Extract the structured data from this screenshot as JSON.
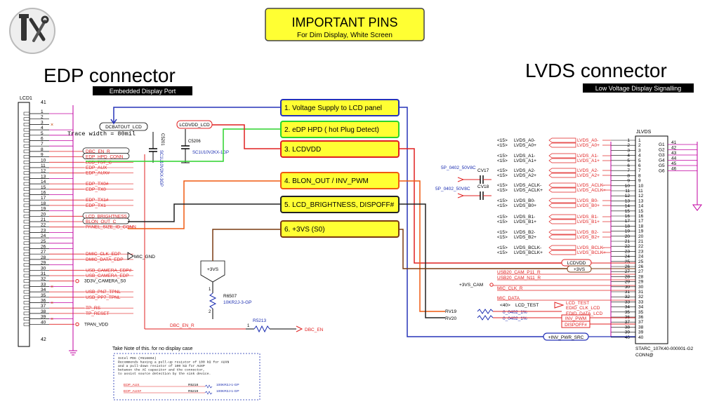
{
  "header": {
    "title": "IMPORTANT PINS",
    "subtitle": "For Dim Display, White Screen"
  },
  "edp": {
    "title": "EDP connector",
    "subtitle": "Embedded Display Port",
    "ref": "LCD1",
    "top_pin": "41",
    "bottom_pin": "42",
    "pins": [
      "1",
      "2",
      "3",
      "4",
      "5",
      "6",
      "7",
      "8",
      "9",
      "10",
      "11",
      "12",
      "13",
      "14",
      "15",
      "16",
      "17",
      "18",
      "19",
      "20",
      "21",
      "22",
      "23",
      "24",
      "25",
      "26",
      "27",
      "28",
      "29",
      "30",
      "31",
      "32",
      "33",
      "34",
      "35",
      "36",
      "37",
      "38",
      "39",
      "40"
    ],
    "signals": [
      {
        "pin": "8",
        "label": "DBC_EN_R"
      },
      {
        "pin": "9",
        "label": "EDP_HPD_CONN"
      },
      {
        "pin": "10",
        "label": "LCD_TST_C"
      },
      {
        "pin": "11",
        "label": "EDP_AUX"
      },
      {
        "pin": "12",
        "label": "EDP_AUX#"
      },
      {
        "pin": "14",
        "label": "EDP_TX0#"
      },
      {
        "pin": "15",
        "label": "EDP_TX0"
      },
      {
        "pin": "17",
        "label": "EDP_TX1#"
      },
      {
        "pin": "18",
        "label": "EDP_TX1"
      },
      {
        "pin": "20",
        "label": "LCD_BRIGHTNESS"
      },
      {
        "pin": "21",
        "label": "BLON_OUT_C"
      },
      {
        "pin": "22",
        "label": "PANEL_SIZE_ID_CONN"
      },
      {
        "pin": "27",
        "label": "DMIC_CLK_EDP"
      },
      {
        "pin": "28",
        "label": "DMIC_DATA_EDP"
      },
      {
        "pin": "30",
        "label": "USB_CAMERA_EDP#"
      },
      {
        "pin": "31",
        "label": "USB_CAMERA_EDP"
      },
      {
        "pin": "32",
        "label": "3D3V_CAMERA_S0"
      },
      {
        "pin": "34",
        "label": "USB_PN7_TPNL"
      },
      {
        "pin": "35",
        "label": "USB_PP7_TPNL"
      },
      {
        "pin": "37",
        "label": "TP_RS"
      },
      {
        "pin": "38",
        "label": "TP_RESET"
      },
      {
        "pin": "40",
        "label": "TPAN_VDD"
      }
    ],
    "dcbatout": "DCBATOUT_LCD",
    "trace_note": "Trace width = 80mil",
    "lcdvdd_tag": "LCDVDD_LCD",
    "c5201": "C5201",
    "c5201_val": "SC1U10V2KX-3GP",
    "c5206": "C5206",
    "c5206_val": "SC1U10V2KX-1GP",
    "mic_gnd": "MIC_GND",
    "dbc_en_r": "DBC_EN_R",
    "r5213": "R5213",
    "r5213_pin": "1",
    "dbc_en": "DBC_EN",
    "plus3vs": "+3VS",
    "r6507": "R6507",
    "r6507_val": "10KR2J-3-GP",
    "r6507_pins": [
      "1",
      "2"
    ]
  },
  "callouts": [
    {
      "text": "1. Voltage Supply to LCD panel",
      "color": "#2633b8"
    },
    {
      "text": "2. eDP HPD ( hot Plug Detect)",
      "color": "#2bd42b"
    },
    {
      "text": "3. LCDVDD",
      "color": "#e02020"
    },
    {
      "text": "4. BLON_OUT / INV_PWM",
      "color": "#ef5a10"
    },
    {
      "text": "5. LCD_BRIGHTNESS, DISPOFF#",
      "color": "#222222"
    },
    {
      "text": "6. +3VS (S0)",
      "color": "#7a3a10"
    }
  ],
  "lvds": {
    "title": "LVDS connector",
    "subtitle": "Low Voltage Display Signalling",
    "ref": "JLVDS",
    "part": "STARC_107K40-000001-G2",
    "conn": "CONN@",
    "pins": [
      "1",
      "2",
      "3",
      "4",
      "5",
      "6",
      "7",
      "8",
      "9",
      "10",
      "11",
      "12",
      "13",
      "14",
      "15",
      "16",
      "17",
      "18",
      "19",
      "20",
      "21",
      "22",
      "23",
      "24",
      "25",
      "26",
      "27",
      "28",
      "29",
      "30",
      "31",
      "32",
      "33",
      "34",
      "35",
      "36",
      "37",
      "38",
      "39",
      "40"
    ],
    "gpins": [
      "G1",
      "G2",
      "G3",
      "G4",
      "G5",
      "G6"
    ],
    "gnums": [
      "41",
      "42",
      "43",
      "44",
      "45",
      "46"
    ],
    "left_signals": [
      {
        "ref": "<15>",
        "name": "LVDS_A0-",
        "tag": "LVDS_A0-"
      },
      {
        "ref": "<15>",
        "name": "LVDS_A0+",
        "tag": "LVDS_A0+"
      },
      {
        "ref": "<15>",
        "name": "LVDS_A1-",
        "tag": "LVDS_A1-"
      },
      {
        "ref": "<15>",
        "name": "LVDS_A1+",
        "tag": "LVDS_A1+"
      },
      {
        "ref": "<15>",
        "name": "LVDS_A2-",
        "tag": "LVDS_A2-"
      },
      {
        "ref": "<15>",
        "name": "LVDS_A2+",
        "tag": "LVDS_A2+"
      },
      {
        "ref": "<15>",
        "name": "LVDS_ACLK-",
        "tag": "LVDS_ACLK-"
      },
      {
        "ref": "<15>",
        "name": "LVDS_ACLK+",
        "tag": "LVDS_ACLK+"
      },
      {
        "ref": "<15>",
        "name": "LVDS_B0-",
        "tag": "LVDS_B0-"
      },
      {
        "ref": "<15>",
        "name": "LVDS_B0+",
        "tag": "LVDS_B0+"
      },
      {
        "ref": "<15>",
        "name": "LVDS_B1-",
        "tag": "LVDS_B1-"
      },
      {
        "ref": "<15>",
        "name": "LVDS_B1+",
        "tag": "LVDS_B1+"
      },
      {
        "ref": "<15>",
        "name": "LVDS_B2-",
        "tag": "LVDS_B2-"
      },
      {
        "ref": "<15>",
        "name": "LVDS_B2+",
        "tag": "LVDS_B2+"
      },
      {
        "ref": "<15>",
        "name": "LVDS_BCLK-",
        "tag": "LVDS_BCLK-"
      },
      {
        "ref": "<15>",
        "name": "LVDS_BCLK+",
        "tag": "LVDS_BCLK+"
      }
    ],
    "cap_cv17": "CV17",
    "cap_cv17_val": "5P_0402_50V8C",
    "cap_cv18": "CV18",
    "cap_cv18_val": "5P_0402_50V8C",
    "lcdvdd": "LCDVDD",
    "plus3vs": "+3VS",
    "usb_p11": "USB20_CAM_P11_R",
    "usb_n11": "USB20_CAM_N11_R",
    "plus3vs_cam": "+3VS_CAM",
    "mic_clk": "MIC_CLK_R",
    "mic_data": "MIC_DATA",
    "lcd_test_ref": "<40>",
    "lcd_test": "LCD_TEST",
    "lcd_test_tag": "LCD_TEST",
    "edid_clk": "EDID_CLK_LCD",
    "edid_data": "EDID_DATA_LCD",
    "inv_pwm": "INV_PWM",
    "dispoff": "DISPOFF#",
    "rv19": "RV19",
    "rv20": "RV20",
    "rv_val": "0_0402_1%",
    "inv_pwr_src": "+INV_PWR_SRC"
  },
  "note": {
    "title": "Take Note of this. for no display case",
    "lines": [
      "Intel PDG (#516694)",
      "Recommends having a pull-up resistor of 100 kΩ for AUXN",
      "and a pull-down resistor of 100 kΩ for AUXP",
      "between the AC capacitor and the connector,",
      "to assist source detection by the sink device."
    ],
    "rows": [
      {
        "net": "EDP_AUX",
        "ref": "R5218",
        "val": "100KR2J-1-GP"
      },
      {
        "net": "EDP_AUX#",
        "ref": "R5219",
        "val": "100KR2J-1-GP"
      }
    ]
  },
  "colors": {
    "wire_red": "#e02020",
    "wire_blue": "#2633b8",
    "wire_green": "#2bd42b",
    "wire_orange": "#ef5a10",
    "callout_fill": "#ffff33",
    "label_red": "#e02020",
    "magenta": "#c000a0"
  }
}
